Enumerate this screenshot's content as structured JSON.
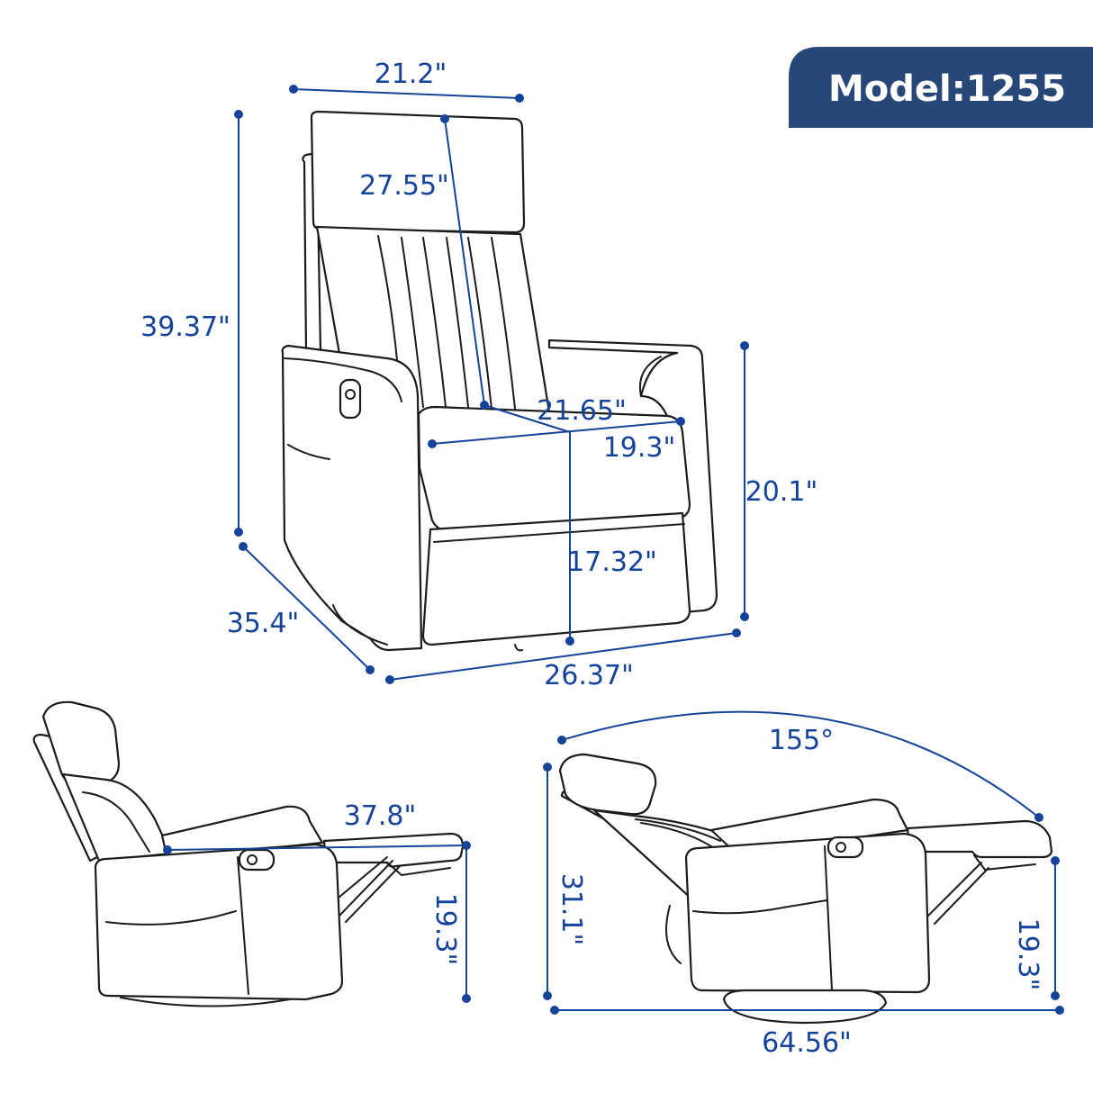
{
  "model_badge": {
    "label": "Model:1255",
    "color": "#264778"
  },
  "accent_color": "#15439a",
  "front_view": {
    "width_top": "21.2\"",
    "height_total": "39.37\"",
    "backrest_height": "27.55\"",
    "seat_depth": "21.65\"",
    "seat_width": "19.3\"",
    "arm_height": "20.1\"",
    "seat_height": "17.32\"",
    "depth": "35.4\"",
    "width_base": "26.37\""
  },
  "side_view_partial": {
    "length": "37.8\"",
    "footrest_height": "19.3\""
  },
  "side_view_full": {
    "angle": "155°",
    "height": "31.1\"",
    "footrest_height": "19.3\"",
    "length": "64.56\""
  }
}
